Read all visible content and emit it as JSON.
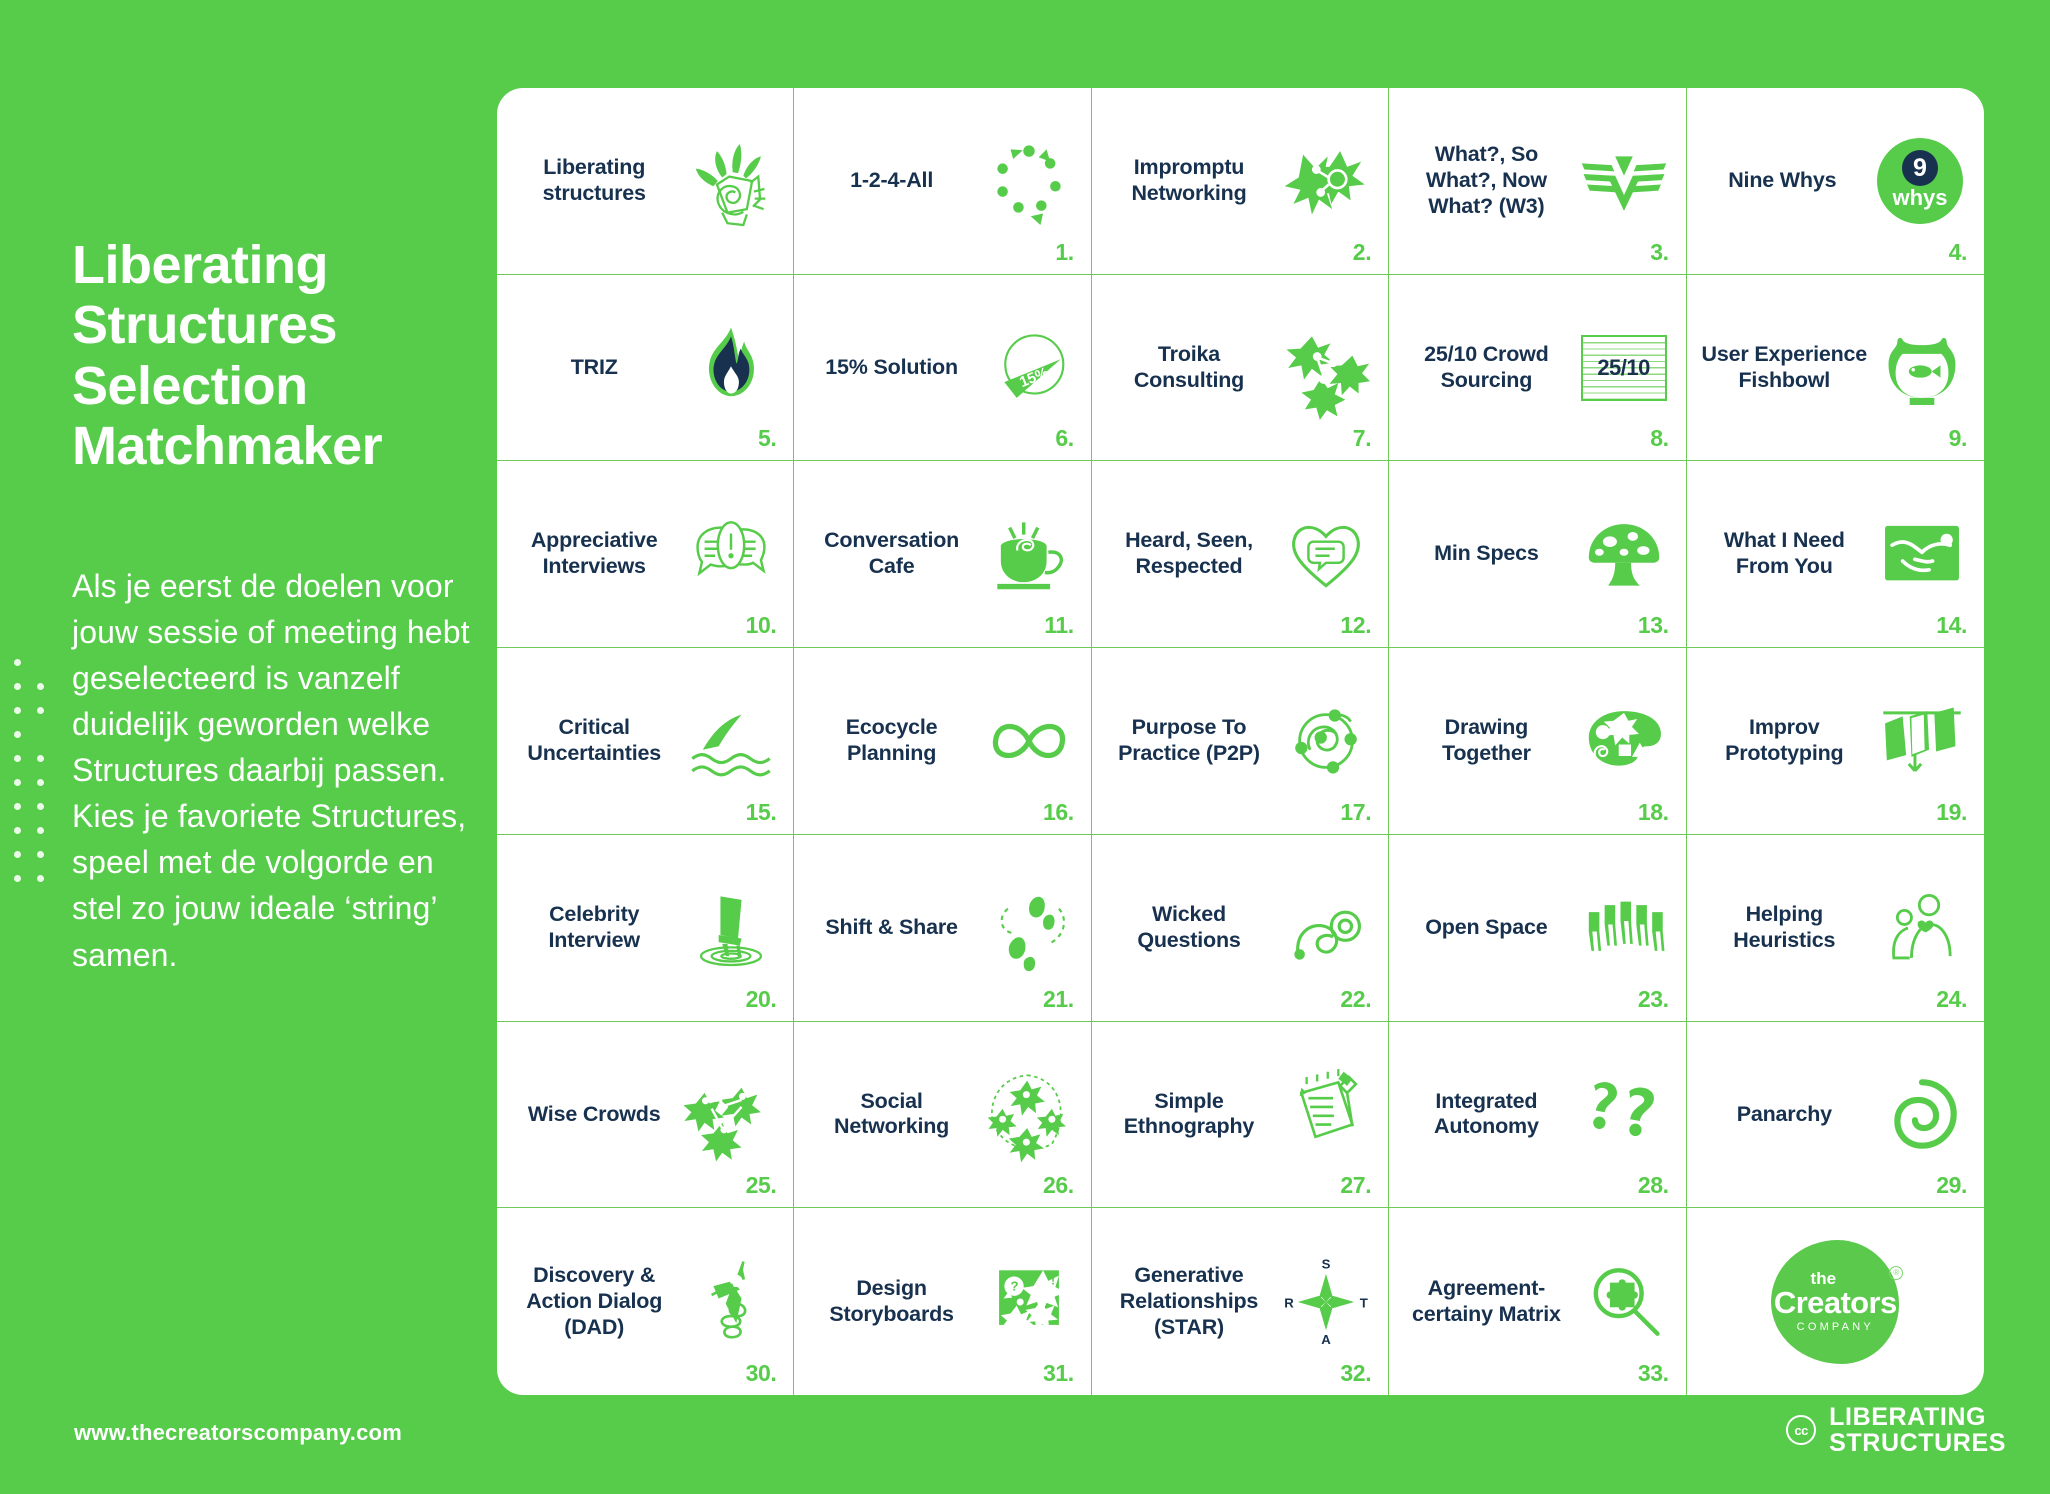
{
  "colors": {
    "background": "#56CC4A",
    "card": "#FFFFFF",
    "label_navy": "#17314F",
    "accent_green": "#56CC4A",
    "divider": "#6ECB57"
  },
  "left_panel": {
    "title": "Liberating Structures Selection Matchmaker",
    "body": "Als je eerst de doelen voor jouw sessie of meeting hebt geselecteerd is vanzelf duidelijk geworden welke Structures daarbij passen. Kies je favoriete Structures, speel met de volgorde en stel zo jouw ideale ‘string’ samen."
  },
  "footer": {
    "url": "www.thecreatorscompany.com",
    "cc_badge": "cc",
    "brand_line1": "LIBERATING",
    "brand_line2": "STRUCTURES"
  },
  "grid": {
    "columns": 5,
    "rows": 7,
    "cells": [
      {
        "label": "Liberating structures",
        "number": "",
        "icon": "liberating-structures-icon"
      },
      {
        "label": "1-2-4-All",
        "number": "1.",
        "icon": "dot-circle-icon"
      },
      {
        "label": "Impromptu Networking",
        "number": "2.",
        "icon": "star-network-icon"
      },
      {
        "label": "What?, So What?, Now What? (W3)",
        "number": "3.",
        "icon": "wings-w-icon"
      },
      {
        "label": "Nine Whys",
        "number": "4.",
        "icon": "nine-whys-badge-icon",
        "badge": {
          "nine": "9",
          "whys": "whys"
        }
      },
      {
        "label": "TRIZ",
        "number": "5.",
        "icon": "flame-icon"
      },
      {
        "label": "15% Solution",
        "number": "6.",
        "icon": "pie-15-percent-icon",
        "icon_text": "15%"
      },
      {
        "label": "Troika Consulting",
        "number": "7.",
        "icon": "three-stars-icon"
      },
      {
        "label": "25/10 Crowd Sourcing",
        "number": "8.",
        "icon": "index-card-icon",
        "icon_text": "25/10"
      },
      {
        "label": "User Experience Fishbowl",
        "number": "9.",
        "icon": "fishbowl-icon"
      },
      {
        "label": "Appreciative Interviews",
        "number": "10.",
        "icon": "speech-bubbles-icon"
      },
      {
        "label": "Conversation Cafe",
        "number": "11.",
        "icon": "coffee-cup-icon"
      },
      {
        "label": "Heard, Seen, Respected",
        "number": "12.",
        "icon": "heart-speech-icon"
      },
      {
        "label": "Min Specs",
        "number": "13.",
        "icon": "mushroom-icon"
      },
      {
        "label": "What I Need From You",
        "number": "14.",
        "icon": "handshake-icon"
      },
      {
        "label": "Critical Uncertainties",
        "number": "15.",
        "icon": "shark-fin-icon"
      },
      {
        "label": "Ecocycle Planning",
        "number": "16.",
        "icon": "infinity-icon"
      },
      {
        "label": "Purpose To Practice (P2P)",
        "number": "17.",
        "icon": "spiral-nodes-icon"
      },
      {
        "label": "Drawing Together",
        "number": "18.",
        "icon": "palette-icon"
      },
      {
        "label": "Improv Prototyping",
        "number": "19.",
        "icon": "curtain-icon"
      },
      {
        "label": "Celebrity Interview",
        "number": "20.",
        "icon": "chair-spotlight-icon"
      },
      {
        "label": "Shift & Share",
        "number": "21.",
        "icon": "footsteps-icon"
      },
      {
        "label": "Wicked Questions",
        "number": "22.",
        "icon": "swirl-question-icon"
      },
      {
        "label": "Open Space",
        "number": "23.",
        "icon": "chairs-circle-icon"
      },
      {
        "label": "Helping Heuristics",
        "number": "24.",
        "icon": "helping-people-icon"
      },
      {
        "label": "Wise Crowds",
        "number": "25.",
        "icon": "star-people-icon"
      },
      {
        "label": "Social Networking",
        "number": "26.",
        "icon": "star-cluster-icon"
      },
      {
        "label": "Simple Ethnography",
        "number": "27.",
        "icon": "notepad-pencil-icon"
      },
      {
        "label": "Integrated Autonomy",
        "number": "28.",
        "icon": "two-question-marks-icon"
      },
      {
        "label": "Panarchy",
        "number": "29.",
        "icon": "nested-spiral-icon"
      },
      {
        "label": "Discovery & Action Dialog (DAD)",
        "number": "30.",
        "icon": "person-spring-icon"
      },
      {
        "label": "Design Storyboards",
        "number": "31.",
        "icon": "storyboard-icon"
      },
      {
        "label": "Generative Relationships (STAR)",
        "number": "32.",
        "icon": "compass-star-icon",
        "compass": [
          "S",
          "T",
          "A",
          "R"
        ]
      },
      {
        "label": "Agreement-certainy Matrix",
        "number": "33.",
        "icon": "magnifier-puzzle-icon"
      },
      {
        "label": "",
        "number": "",
        "icon": "creators-company-logo",
        "logo": {
          "the": "the",
          "creators": "Creators",
          "company": "COMPANY",
          "reg": "®"
        }
      }
    ]
  }
}
